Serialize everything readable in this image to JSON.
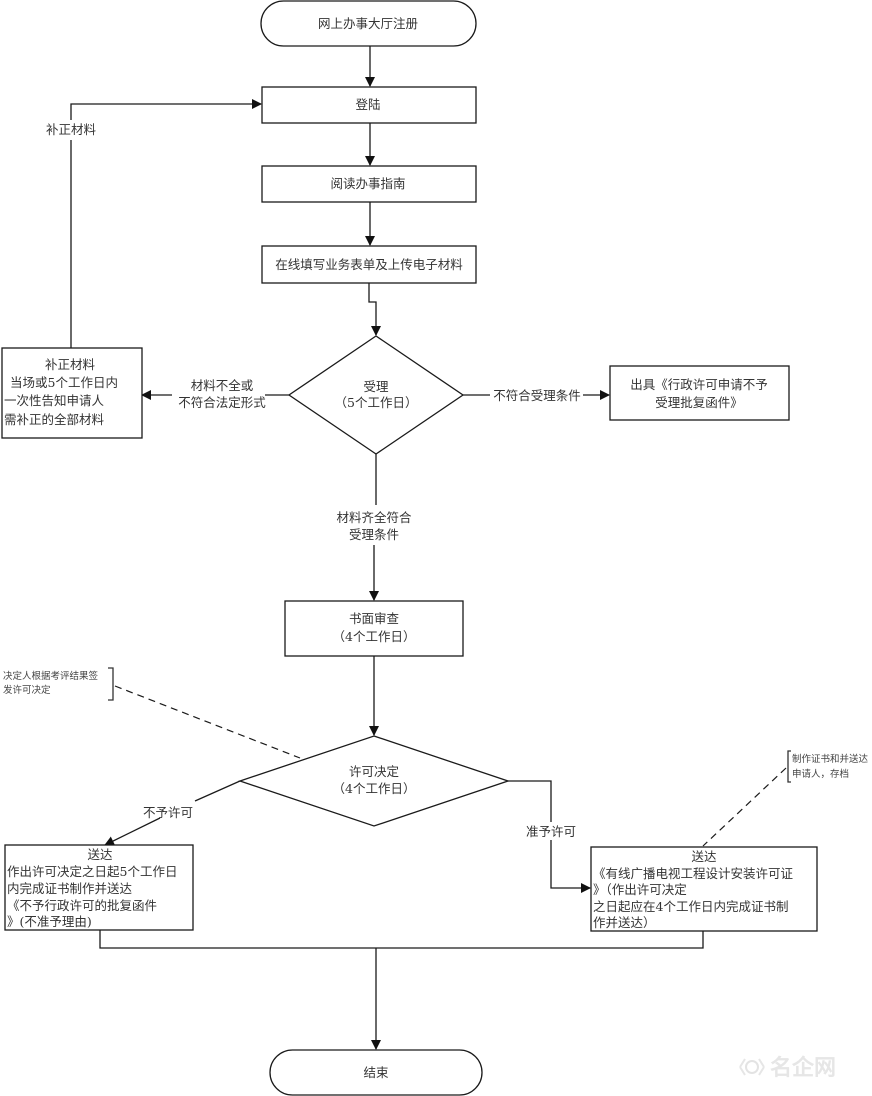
{
  "nodes": {
    "register": "网上办事大厅注册",
    "login": "登陆",
    "read_guide": "阅读办事指南",
    "fill_form": "在线填写业务表单及上传电子材料",
    "accept": [
      "受理",
      "（5个工作日）"
    ],
    "supplement": [
      "补正材料",
      "当场或5个工作日内",
      "一次性告知申请人",
      "需补正的全部材料"
    ],
    "reject_notice": [
      "出具《行政许可申请不予",
      "受理批复函件》"
    ],
    "written_review": [
      "书面审查",
      "（4个工作日）"
    ],
    "decision": [
      "许可决定",
      "（4个工作日）"
    ],
    "deliver_deny": [
      "送达",
      "作出许可决定之日起5个工作日",
      "内完成证书制作并送达",
      "《不予行政许可的批复函件",
      "》(不准予理由)"
    ],
    "deliver_grant": [
      "送达",
      "《有线广播电视工程设计安装许可证",
      "》（作出许可决定",
      "之日起应在4个工作日内完成证书制",
      "作并送达）"
    ],
    "end": "结束"
  },
  "edges": {
    "supplement_loop": "补正材料",
    "incomplete": [
      "材料不全或",
      "不符合法定形式"
    ],
    "not_eligible": "不符合受理条件",
    "complete": [
      "材料齐全符合",
      "受理条件"
    ],
    "deny": "不予许可",
    "grant": "准予许可"
  },
  "annotations": {
    "decision_note": [
      "决定人根据考评结果签",
      "发许可决定"
    ],
    "grant_note": [
      "制作证书和并送达",
      "申请人，存档"
    ]
  },
  "watermark": "名企网"
}
